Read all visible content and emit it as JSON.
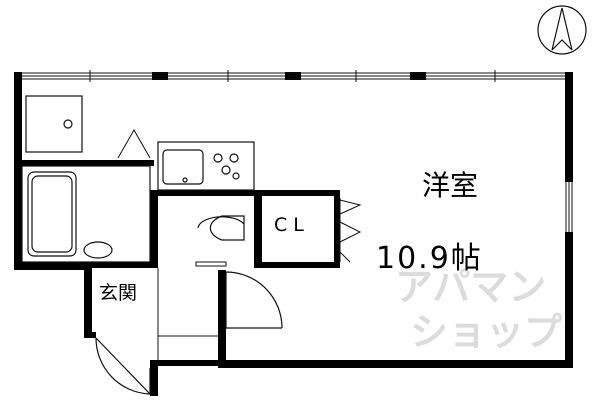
{
  "rooms": {
    "western_room": {
      "name": "洋室",
      "size": "10.9帖"
    },
    "closet": {
      "label": "CL"
    },
    "entrance": {
      "label": "玄関"
    }
  },
  "compass": {
    "label": "north-arrow-icon"
  },
  "watermark": {
    "text": "アパマンショップ"
  },
  "colors": {
    "wall": "#000000",
    "line": "#111111",
    "background": "#ffffff",
    "watermark": "#d8d8d8"
  }
}
